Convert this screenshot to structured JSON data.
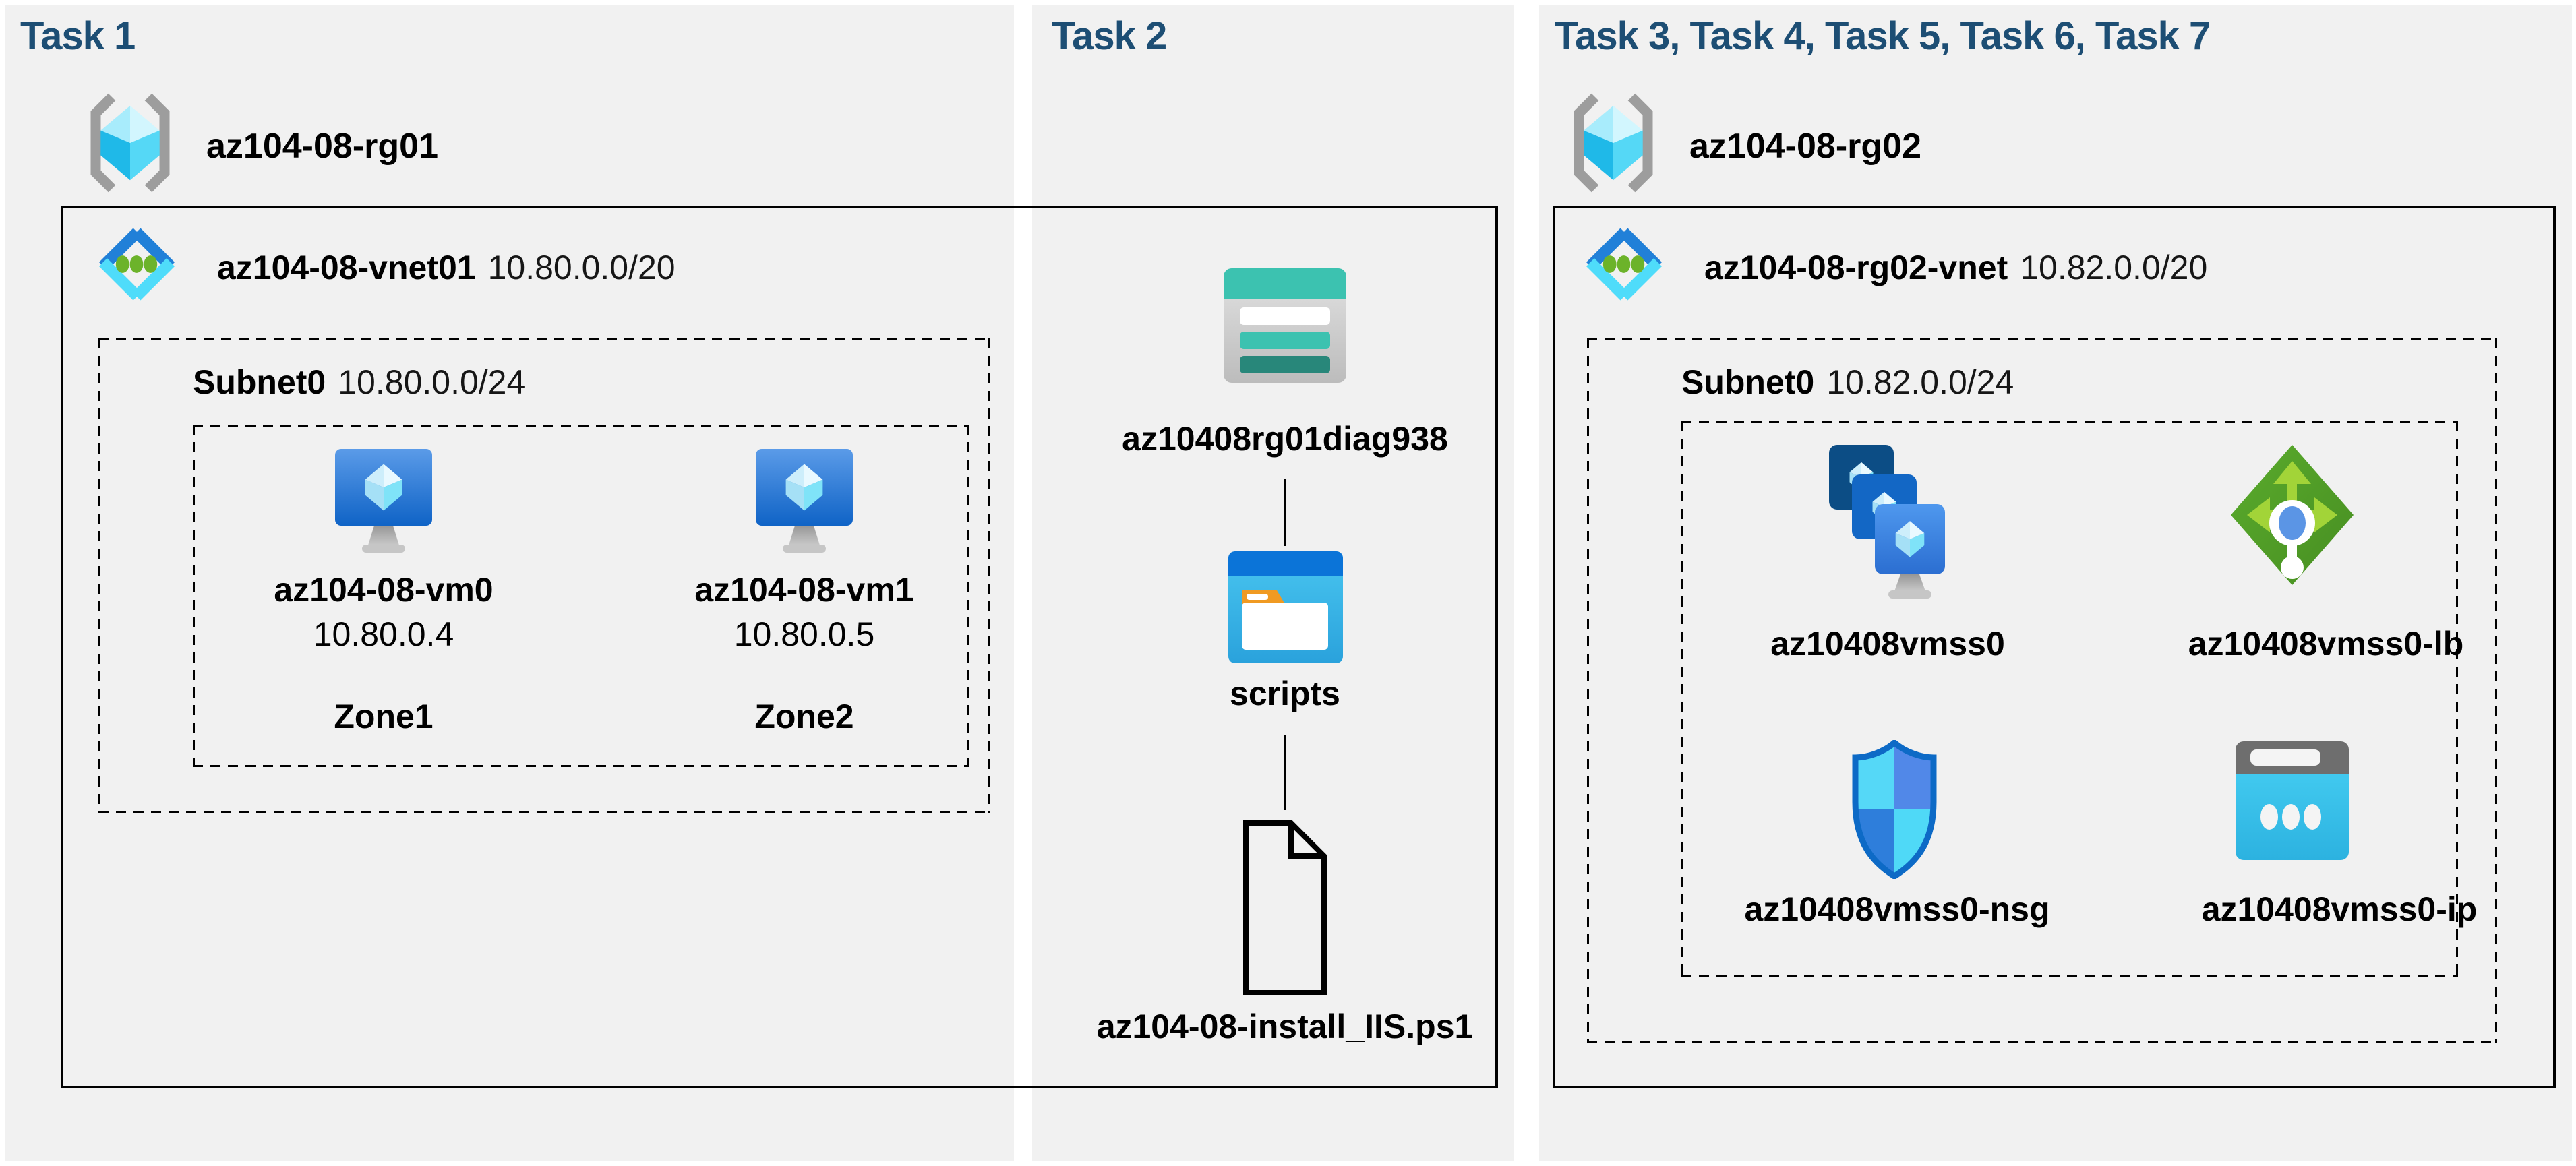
{
  "colors": {
    "page_bg": "#ffffff",
    "panel_bg": "#f1f1f1",
    "header_text": "#1d4e74",
    "diagram_line": "#000000",
    "vnet_blue": "#2180d8",
    "vnet_cyan": "#4fdcfa",
    "vnet_green_dot": "#6cb32a",
    "storage_teal": "#3cc2b0",
    "lb_green": "#54a428",
    "nsg_blue": "#0d6ac6",
    "ip_cyan": "#41c9ef"
  },
  "panels": [
    {
      "header": "Task 1",
      "resource_group": {
        "name": "az104-08-rg01"
      },
      "vnet": {
        "name": "az104-08-vnet01",
        "cidr": "10.80.0.0/20"
      },
      "subnet": {
        "name": "Subnet0",
        "cidr": "10.80.0.0/24"
      },
      "vms": [
        {
          "name": "az104-08-vm0",
          "ip": "10.80.0.4",
          "zone": "Zone1"
        },
        {
          "name": "az104-08-vm1",
          "ip": "10.80.0.5",
          "zone": "Zone2"
        }
      ]
    },
    {
      "header": "Task 2",
      "storage_account": {
        "name": "az10408rg01diag938"
      },
      "container": {
        "name": "scripts"
      },
      "script_file": {
        "name": "az104-08-install_IIS.ps1"
      }
    },
    {
      "header": "Task 3, Task 4, Task 5, Task 6, Task 7",
      "resource_group": {
        "name": "az104-08-rg02"
      },
      "vnet": {
        "name": "az104-08-rg02-vnet",
        "cidr": "10.82.0.0/20"
      },
      "subnet": {
        "name": "Subnet0",
        "cidr": "10.82.0.0/24"
      },
      "resources": [
        {
          "name": "az10408vmss0",
          "type": "virtual-machine-scale-set"
        },
        {
          "name": "az10408vmss0-lb",
          "type": "load-balancer"
        },
        {
          "name": "az10408vmss0-nsg",
          "type": "network-security-group"
        },
        {
          "name": "az10408vmss0-ip",
          "type": "public-ip-address"
        }
      ]
    }
  ]
}
